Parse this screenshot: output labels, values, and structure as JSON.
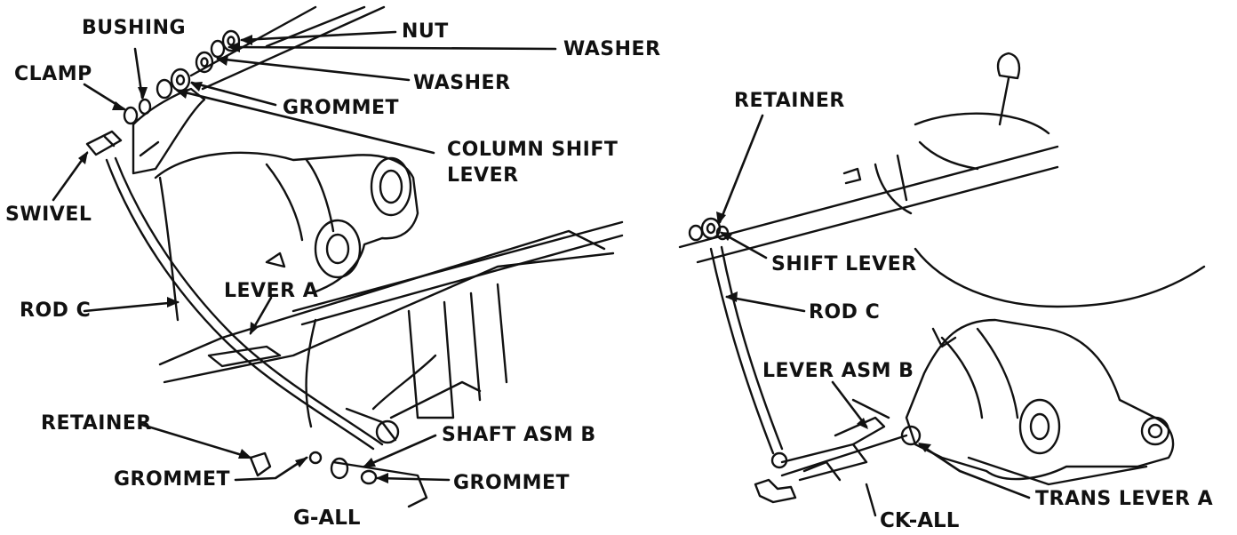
{
  "left": {
    "caption": "G-ALL",
    "labels": {
      "nut": "NUT",
      "washer1": "WASHER",
      "washer2": "WASHER",
      "bushing": "BUSHING",
      "clamp": "CLAMP",
      "grommet_top": "GROMMET",
      "column_shift_lever_1": "COLUMN SHIFT",
      "column_shift_lever_2": "LEVER",
      "swivel": "SWIVEL",
      "rod_c": "ROD",
      "rod_c_letter": "C",
      "lever_a": "LEVER",
      "lever_a_letter": "A",
      "retainer": "RETAINER",
      "grommet_left": "GROMMET",
      "shaft_asm_b": "SHAFT ASM",
      "shaft_asm_b_letter": "B",
      "grommet_right": "GROMMET"
    }
  },
  "right": {
    "caption": "CK-ALL",
    "labels": {
      "retainer": "RETAINER",
      "shift_lever": "SHIFT LEVER",
      "rod_c": "ROD",
      "rod_c_letter": "C",
      "lever_asm_b": "LEVER ASM",
      "lever_asm_b_letter": "B",
      "trans_lever_a": "TRANS LEVER",
      "trans_lever_a_letter": "A"
    }
  }
}
